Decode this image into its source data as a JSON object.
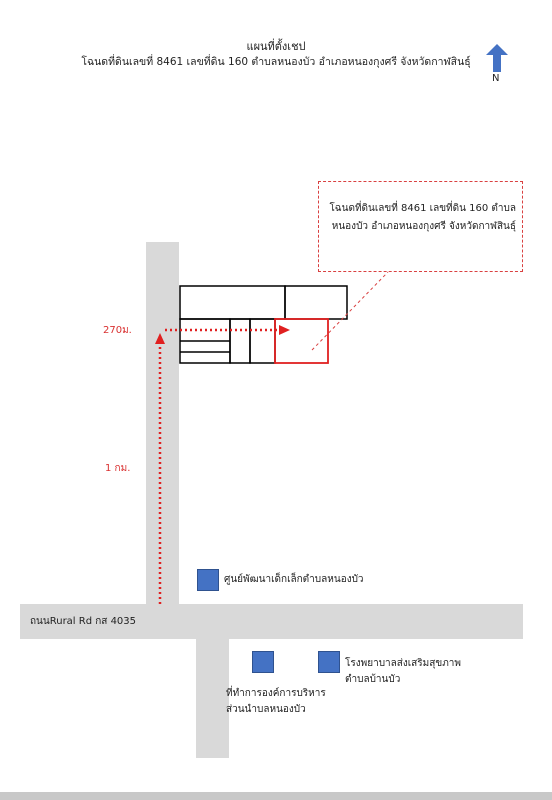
{
  "header": {
    "title": "แผนที่ตั้งเชป",
    "subtitle": "โฉนดที่ดินเลขที่ 8461 เลขที่ดิน 160 ตำบลหนองบัว อำเภอหนองกุงศรี จังหวัดกาฬสินธุ์"
  },
  "north": {
    "label": "N",
    "color": "#4472c4"
  },
  "callout": {
    "line1": "โฉนดที่ดินเลขที่ 8461 เลขที่ดิน 160 ตำบล",
    "line2": "หนองบัว อำเภอหนองกุงศรี จังหวัดกาฬสินธุ์"
  },
  "distances": {
    "short": "270ม.",
    "long": "1 กม."
  },
  "road": {
    "label": "ถนนRural Rd กส 4035"
  },
  "poi": {
    "childcare": "ศูนย์พัฒนาเด็กเล็กตำบลหนองบัว",
    "tao_line1": "ที่ทำการองค์การบริหาร",
    "tao_line2": "ส่วนนำบลหนองบัว",
    "hospital_line1": "โรงพยาบาลส่งเสริมสุขภาพ",
    "hospital_line2": "ตำบลบ้านบัว"
  },
  "colors": {
    "route": "#e02020",
    "road": "#d9d9d9",
    "poi": "#4472c4"
  }
}
